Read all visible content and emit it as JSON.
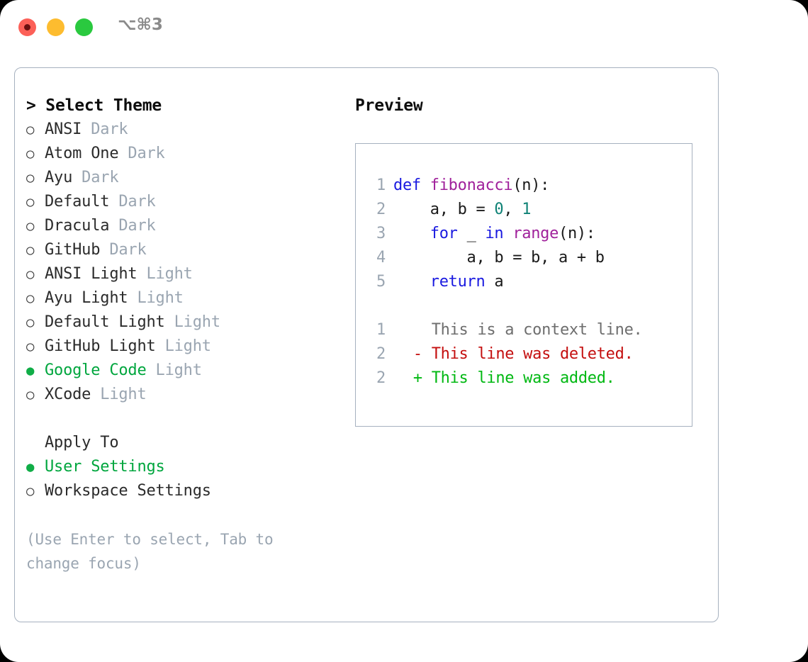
{
  "window": {
    "shortcut": "⌥⌘3",
    "traffic_lights": [
      {
        "name": "close",
        "color": "#fc6058"
      },
      {
        "name": "minimize",
        "color": "#fdbc2f"
      },
      {
        "name": "maximize",
        "color": "#2ac93f"
      }
    ]
  },
  "theme_picker": {
    "heading": "> Select Theme",
    "selected_marker": "●",
    "unselected_marker": "○",
    "selected_color": "#00a63e",
    "variant_color": "#9aa5b1",
    "options": [
      {
        "name": "ANSI",
        "variant": "Dark",
        "selected": false
      },
      {
        "name": "Atom One",
        "variant": "Dark",
        "selected": false
      },
      {
        "name": "Ayu",
        "variant": "Dark",
        "selected": false
      },
      {
        "name": "Default",
        "variant": "Dark",
        "selected": false
      },
      {
        "name": "Dracula",
        "variant": "Dark",
        "selected": false
      },
      {
        "name": "GitHub",
        "variant": "Dark",
        "selected": false
      },
      {
        "name": "ANSI Light",
        "variant": "Light",
        "selected": false
      },
      {
        "name": "Ayu Light",
        "variant": "Light",
        "selected": false
      },
      {
        "name": "Default Light",
        "variant": "Light",
        "selected": false
      },
      {
        "name": "GitHub Light",
        "variant": "Light",
        "selected": false
      },
      {
        "name": "Google Code",
        "variant": "Light",
        "selected": true
      },
      {
        "name": "XCode",
        "variant": "Light",
        "selected": false
      }
    ]
  },
  "apply_to": {
    "heading": "Apply To",
    "options": [
      {
        "name": "User Settings",
        "selected": true
      },
      {
        "name": "Workspace Settings",
        "selected": false
      }
    ]
  },
  "hint": "(Use Enter to select, Tab to change focus)",
  "preview": {
    "heading": "Preview",
    "code_lines": [
      {
        "no": "1",
        "tokens": [
          {
            "t": "def",
            "c": "tok-kw"
          },
          {
            "t": " ",
            "c": "tok-txt"
          },
          {
            "t": "fibonacci",
            "c": "tok-fn"
          },
          {
            "t": "(n):",
            "c": "tok-punc"
          }
        ]
      },
      {
        "no": "2",
        "tokens": [
          {
            "t": "    a, b = ",
            "c": "tok-txt"
          },
          {
            "t": "0",
            "c": "tok-num"
          },
          {
            "t": ", ",
            "c": "tok-txt"
          },
          {
            "t": "1",
            "c": "tok-num"
          }
        ]
      },
      {
        "no": "3",
        "tokens": [
          {
            "t": "    ",
            "c": "tok-txt"
          },
          {
            "t": "for",
            "c": "tok-kw"
          },
          {
            "t": " _ ",
            "c": "tok-txt"
          },
          {
            "t": "in",
            "c": "tok-kw"
          },
          {
            "t": " ",
            "c": "tok-txt"
          },
          {
            "t": "range",
            "c": "tok-fn"
          },
          {
            "t": "(n):",
            "c": "tok-punc"
          }
        ]
      },
      {
        "no": "4",
        "tokens": [
          {
            "t": "        a, b = b, a + b",
            "c": "tok-txt"
          }
        ]
      },
      {
        "no": "5",
        "tokens": [
          {
            "t": "    ",
            "c": "tok-txt"
          },
          {
            "t": "return",
            "c": "tok-kw"
          },
          {
            "t": " a",
            "c": "tok-txt"
          }
        ]
      }
    ],
    "diff_lines": [
      {
        "no": "1",
        "sign": " ",
        "text": "This is a context line.",
        "kind": "diff-ctx"
      },
      {
        "no": "2",
        "sign": "-",
        "text": "This line was deleted.",
        "kind": "diff-del"
      },
      {
        "no": "2",
        "sign": "+",
        "text": "This line was added.",
        "kind": "diff-add"
      }
    ]
  }
}
